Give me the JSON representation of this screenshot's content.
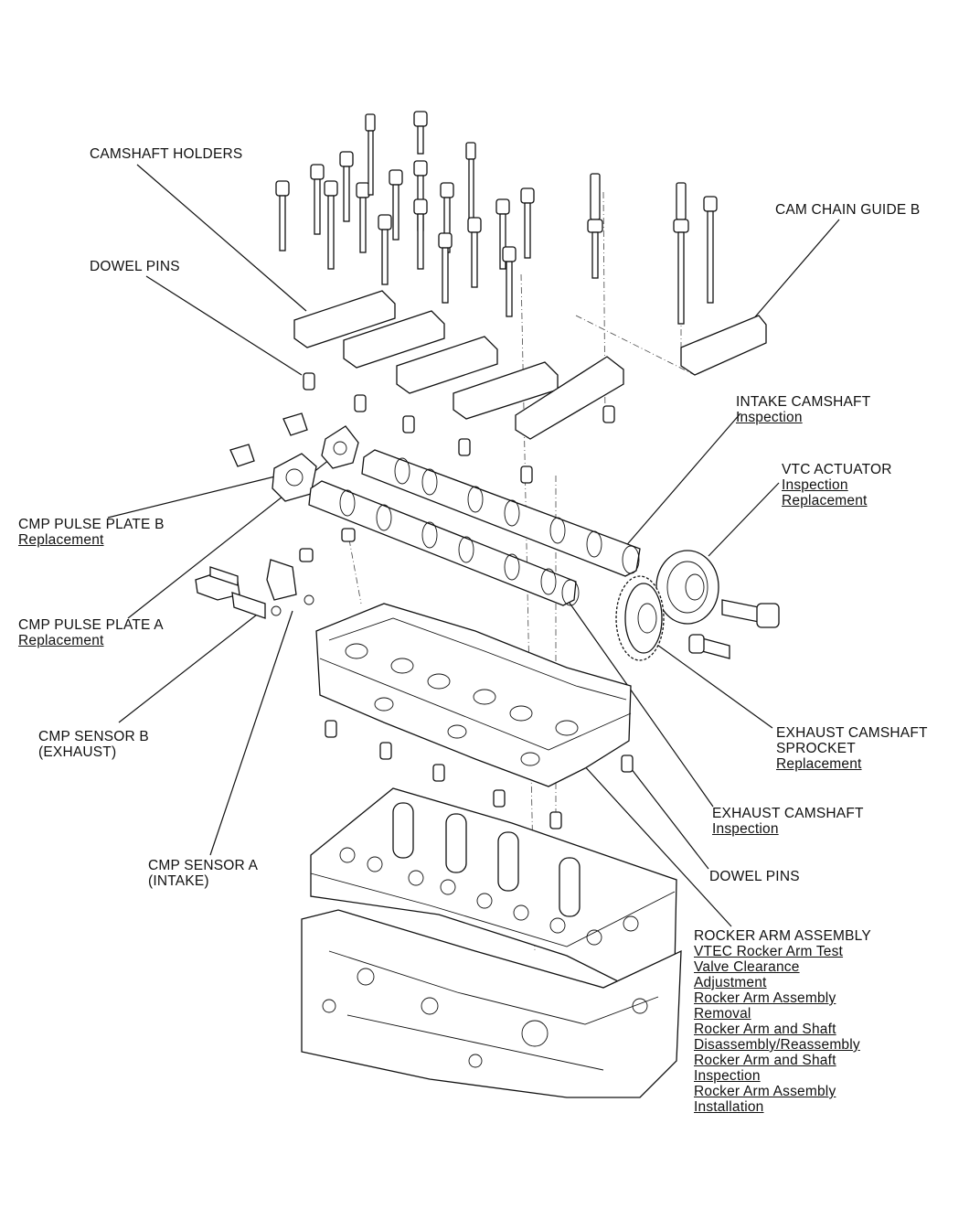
{
  "labels": {
    "camshaft_holders": {
      "title": "CAMSHAFT HOLDERS"
    },
    "dowel_pins_top": {
      "title": "DOWEL PINS"
    },
    "cam_chain_guide_b": {
      "title": "CAM CHAIN GUIDE B"
    },
    "intake_camshaft": {
      "title": "INTAKE CAMSHAFT",
      "links": [
        "Inspection"
      ]
    },
    "vtc_actuator": {
      "title": "VTC ACTUATOR",
      "links": [
        "Inspection",
        "Replacement"
      ]
    },
    "cmp_pulse_plate_b": {
      "title": "CMP PULSE PLATE B",
      "links": [
        "Replacement"
      ]
    },
    "cmp_pulse_plate_a": {
      "title": "CMP PULSE PLATE A",
      "links": [
        "Replacement"
      ]
    },
    "cmp_sensor_b": {
      "lines": [
        "CMP SENSOR B",
        "(EXHAUST)"
      ]
    },
    "cmp_sensor_a": {
      "lines": [
        "CMP SENSOR A",
        "(INTAKE)"
      ]
    },
    "exhaust_camshaft_sprocket": {
      "lines": [
        "EXHAUST CAMSHAFT",
        "SPROCKET"
      ],
      "links": [
        "Replacement"
      ]
    },
    "exhaust_camshaft": {
      "title": "EXHAUST CAMSHAFT",
      "links": [
        "Inspection"
      ]
    },
    "dowel_pins_bottom": {
      "title": "DOWEL PINS"
    },
    "rocker_arm_assembly": {
      "title": "ROCKER ARM ASSEMBLY",
      "links": [
        "VTEC Rocker Arm Test",
        "Valve Clearance",
        "Adjustment",
        "Rocker Arm Assembly",
        "Removal",
        "Rocker Arm and Shaft",
        "Disassembly/Reassembly",
        "Rocker Arm and Shaft",
        "Inspection",
        "Rocker Arm Assembly",
        "Installation"
      ]
    }
  },
  "colors": {
    "ink": "#111111",
    "paper": "#ffffff"
  }
}
